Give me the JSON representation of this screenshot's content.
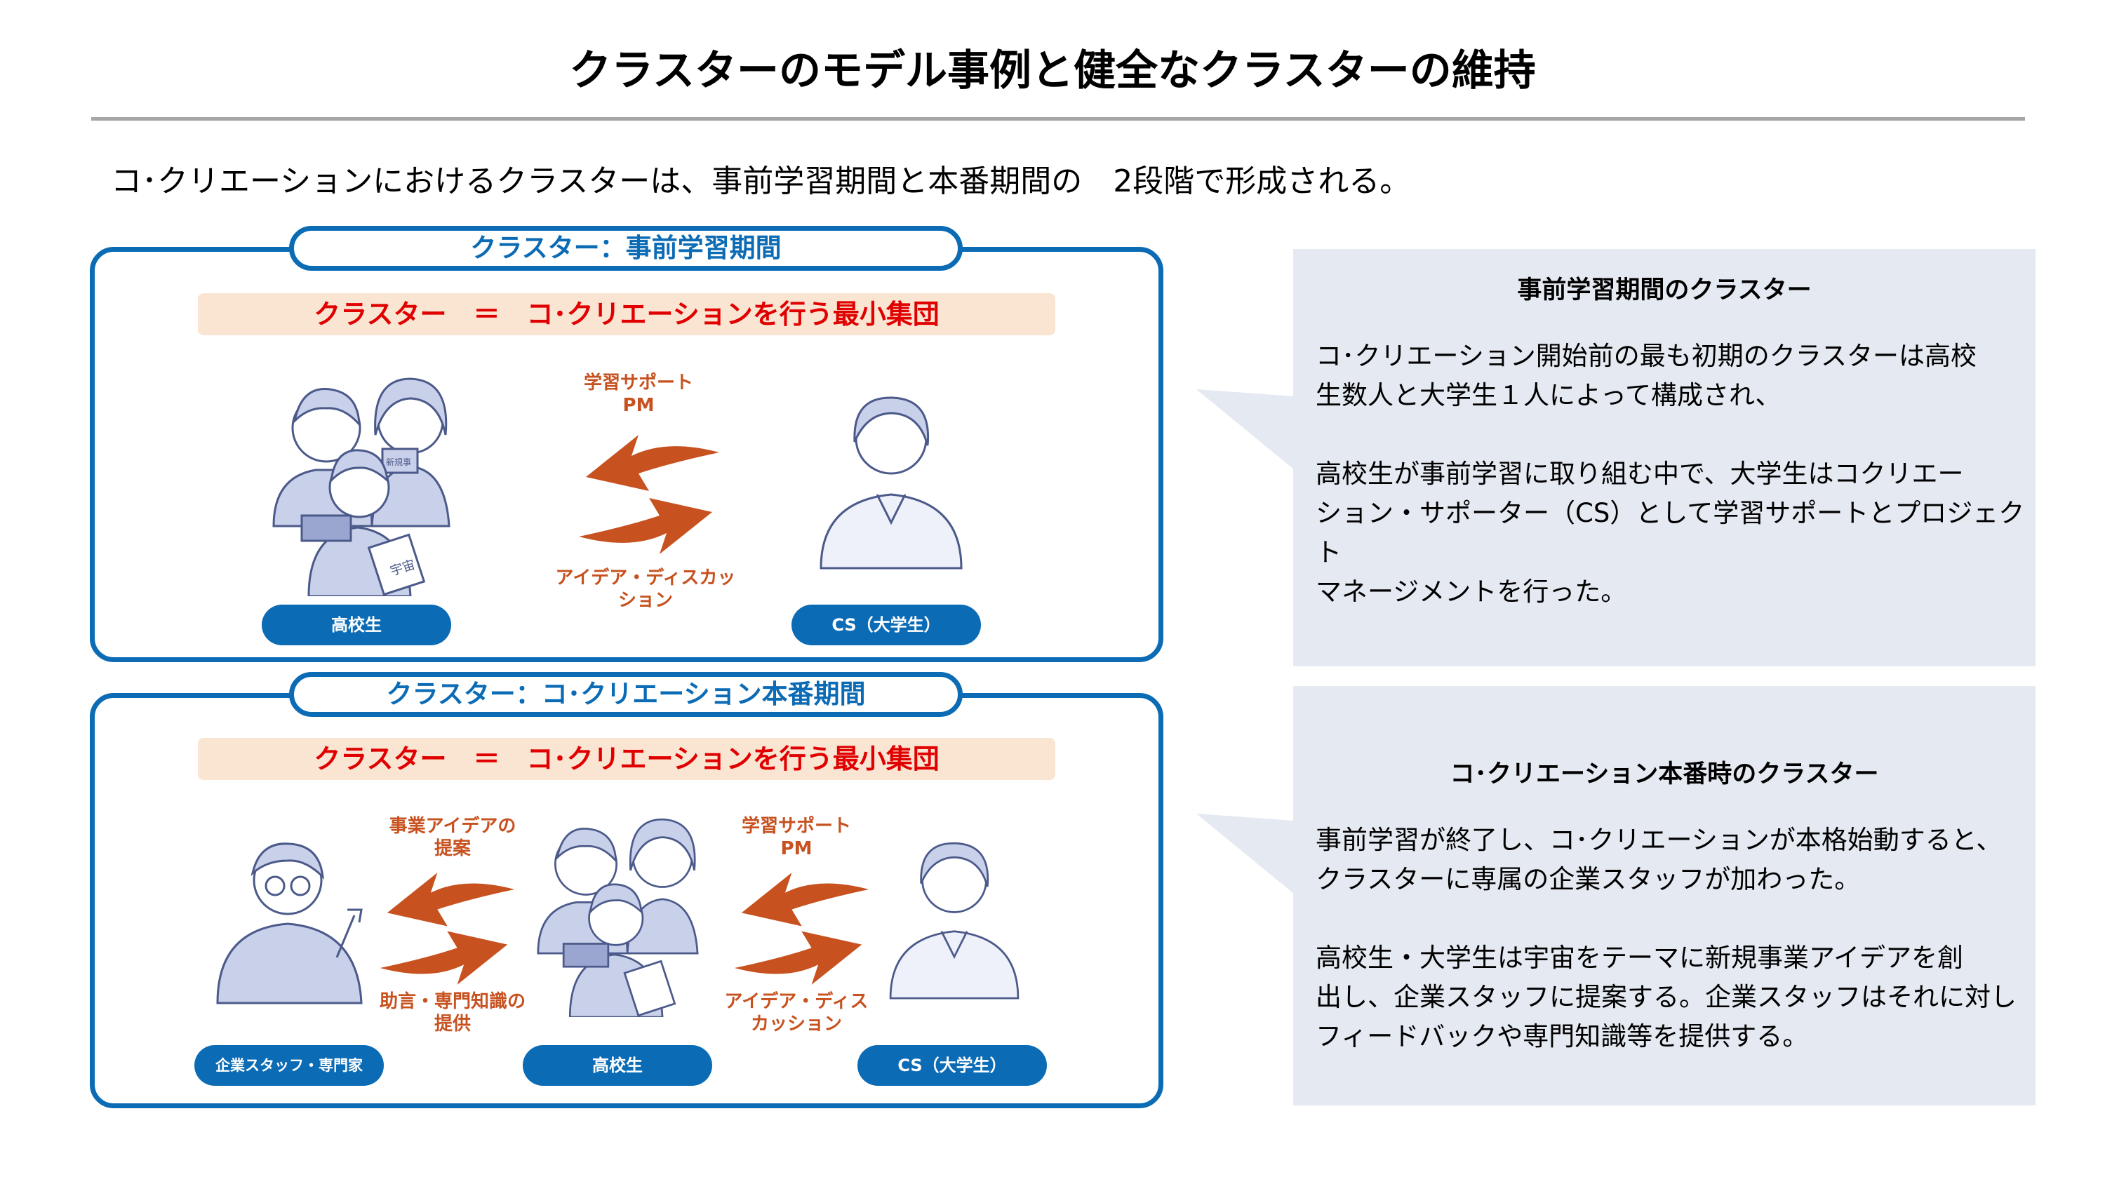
{
  "title": "クラスターのモデル事例と健全なクラスターの維持",
  "subtitle": "コ･クリエーションにおけるクラスターは、事前学習期間と本番期間の　2段階で形成される。",
  "panel1": {
    "label": "クラスター：事前学習期間",
    "band": "クラスター　＝　コ･クリエーションを行う最小集団",
    "arrow_top": "学習サポート\nPM",
    "arrow_bottom": "アイデア・ディスカッ\nション",
    "pill_left": "高校生",
    "pill_right": "CS（大学生）"
  },
  "panel2": {
    "label": "クラスター：コ･クリエーション本番期間",
    "band": "クラスター　＝　コ･クリエーションを行う最小集団",
    "arrow_left_top": "事業アイデアの\n提案",
    "arrow_left_bottom": "助言・専門知識の\n提供",
    "arrow_right_top": "学習サポート\nPM",
    "arrow_right_bottom": "アイデア・ディス\nカッション",
    "pill_left": "企業スタッフ・専門家",
    "pill_center": "高校生",
    "pill_right": "CS（大学生）"
  },
  "book_texts": [
    "宇宙",
    "新規事"
  ],
  "side1": {
    "heading": "事前学習期間のクラスター",
    "body": "コ･クリエーション開始前の最も初期のクラスターは高校\n生数人と大学生１人によって構成され、\n\n高校生が事前学習に取り組む中で、大学生はコクリエー\nション・サポーター（CS）として学習サポートとプロジェクト\nマネージメントを行った。"
  },
  "side2": {
    "heading": "コ･クリエーション本番時のクラスター",
    "body": "事前学習が終了し、コ･クリエーションが本格始動すると、\nクラスターに専属の企業スタッフが加わった。\n\n高校生・大学生は宇宙をテーマに新規事業アイデアを創\n出し、企業スタッフに提案する。企業スタッフはそれに対し\nフィードバックや専門知識等を提供する。"
  },
  "colors": {
    "accent_blue": "#0b6bb5",
    "label_red": "#e00000",
    "arrow_orange": "#c7511f",
    "band_peach": "#fae5d3",
    "side_gray": "#e5e9f1",
    "figure_fill": "#c9d0ea"
  }
}
